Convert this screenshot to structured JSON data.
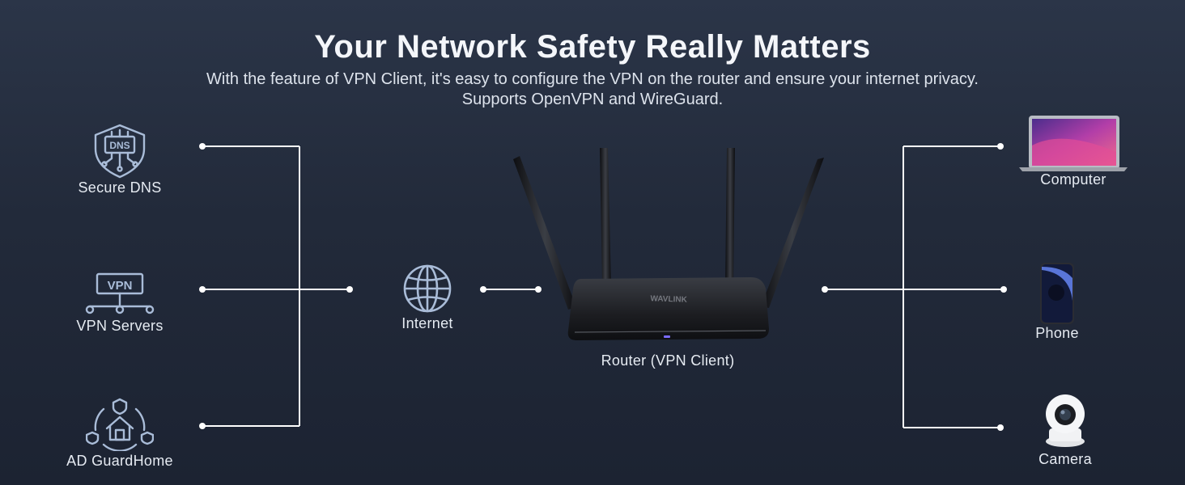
{
  "header": {
    "title": "Your Network Safety Really Matters",
    "line1": "With the feature of VPN Client, it's easy to configure the VPN on the router and ensure your internet privacy.",
    "line2": "Supports OpenVPN and WireGuard."
  },
  "left_nodes": [
    {
      "label": "Secure DNS",
      "icon": "dns-shield-icon",
      "badge": "DNS"
    },
    {
      "label": "VPN Servers",
      "icon": "vpn-network-icon",
      "badge": "VPN"
    },
    {
      "label": "AD GuardHome",
      "icon": "home-shield-icon"
    }
  ],
  "center": {
    "internet_label": "Internet",
    "internet_icon": "globe-icon",
    "router_label": "Router (VPN Client)",
    "router_brand": "WAVLINK"
  },
  "right_nodes": [
    {
      "label": "Computer",
      "icon": "laptop-icon"
    },
    {
      "label": "Phone",
      "icon": "phone-icon"
    },
    {
      "label": "Camera",
      "icon": "camera-icon"
    }
  ],
  "colors": {
    "icon_stroke": "#a9bcd8",
    "line": "#ffffff",
    "text": "#e6ebf2"
  }
}
